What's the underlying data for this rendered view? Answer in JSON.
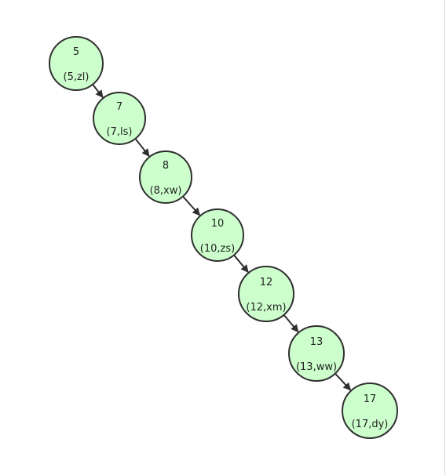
{
  "diagram": {
    "colors": {
      "node_fill": "#ccffcc",
      "node_stroke": "#2f2f2f",
      "edge": "#2f2f2f",
      "text": "#222222"
    },
    "nodes": [
      {
        "id": "n5",
        "key": "5",
        "value": "(5,zl)"
      },
      {
        "id": "n7",
        "key": "7",
        "value": "(7,ls)"
      },
      {
        "id": "n8",
        "key": "8",
        "value": "(8,xw)"
      },
      {
        "id": "n10",
        "key": "10",
        "value": "(10,zs)"
      },
      {
        "id": "n12",
        "key": "12",
        "value": "(12,xm)"
      },
      {
        "id": "n13",
        "key": "13",
        "value": "(13,ww)"
      },
      {
        "id": "n17",
        "key": "17",
        "value": "(17,dy)"
      }
    ],
    "edges": [
      {
        "from": "n5",
        "to": "n7"
      },
      {
        "from": "n7",
        "to": "n8"
      },
      {
        "from": "n8",
        "to": "n10"
      },
      {
        "from": "n10",
        "to": "n12"
      },
      {
        "from": "n12",
        "to": "n13"
      },
      {
        "from": "n13",
        "to": "n17"
      }
    ]
  }
}
